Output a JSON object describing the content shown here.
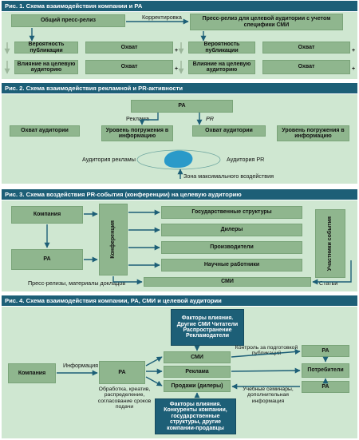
{
  "fig1": {
    "title": "Рис. 1. Схема взаимодействия компании и PA",
    "press_release": "Общий пресс-релиз",
    "adjustment": "Корректировка",
    "target_release": "Пресс-релиз для целевой аудитории с учетом специфики СМИ",
    "pub_probability": "Вероятность публикации",
    "reach": "Охват",
    "influence": "Влияние на целевую аудиторию",
    "plus": "+"
  },
  "fig2": {
    "title": "Рис. 2. Схема взаимодействия рекламной и PR-активности",
    "pa": "PA",
    "ads": "Реклама",
    "pr": "PR",
    "audience_reach": "Охват аудитории",
    "immersion": "Уровень погружения в информацию",
    "ads_audience": "Аудитория рекламы",
    "pr_audience": "Аудитория PR",
    "max_zone": "Зона максимального воздействия"
  },
  "fig3": {
    "title": "Рис. 3. Схема воздействия PR-события (конференции) на целевую аудиторию",
    "company": "Компания",
    "pa": "PA",
    "conference": "Конференция",
    "gov": "Государственные структуры",
    "dealers": "Дилеры",
    "producers": "Производители",
    "scientists": "Научные работники",
    "participants": "Участники события",
    "media": "СМИ",
    "press_materials": "Пресс-релизы, материалы докладов",
    "articles": "Статьи"
  },
  "fig4": {
    "title": "Рис. 4. Схема взаимодействия компании, PA, СМИ и целевой аудитории",
    "company": "Компания",
    "info": "Информация",
    "pa": "PA",
    "pa_tasks": "Обработка, креатив, распределение, согласование сроков подачи",
    "factors_top": "Факторы влияния. Другие СМИ Читатели Распространение Рекламодатели",
    "media": "СМИ",
    "ads": "Реклама",
    "sales": "Продажи (дилеры)",
    "factors_bottom": "Факторы влияния. Конкуренты компании, государственные структуры, другие компании-продавцы",
    "control": "Контроль за подготовкой публикаций",
    "seminars": "Учебные семинары, дополнительная информация",
    "pa_right": "PA",
    "consumers": "Потребители"
  },
  "colors": {
    "header": "#1d5f77",
    "panel": "#cfe7d1",
    "box_green": "#8fb68e",
    "box_dark": "#1d5f77",
    "ellipse": "#2a9ac9"
  }
}
